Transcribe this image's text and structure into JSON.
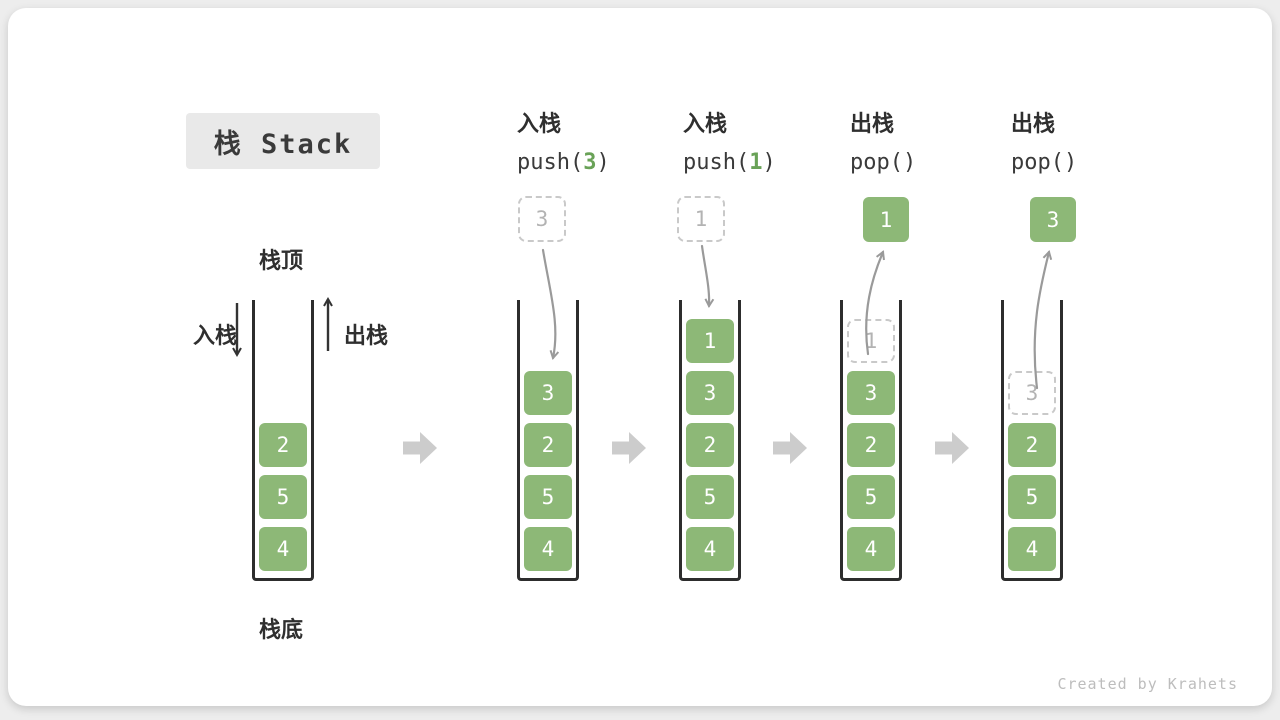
{
  "title": {
    "text": "栈 Stack"
  },
  "annotations": {
    "stack_top": "栈顶",
    "stack_bottom": "栈底",
    "push_side": "入栈",
    "pop_side": "出栈"
  },
  "columns": [
    {
      "label": "入栈",
      "code_fn": "push(",
      "code_arg": "3",
      "code_close": ")"
    },
    {
      "label": "入栈",
      "code_fn": "push(",
      "code_arg": "1",
      "code_close": ")"
    },
    {
      "label": "出栈",
      "code_fn": "pop(",
      "code_arg": "",
      "code_close": ")"
    },
    {
      "label": "出栈",
      "code_fn": "pop(",
      "code_arg": "",
      "code_close": ")"
    }
  ],
  "floating_boxes": [
    {
      "value": "3",
      "style": "ghost"
    },
    {
      "value": "1",
      "style": "ghost"
    },
    {
      "value": "1",
      "style": "solid"
    },
    {
      "value": "3",
      "style": "solid"
    }
  ],
  "stacks": [
    {
      "name": "initial",
      "cells": [
        {
          "value": "2",
          "ghost": false
        },
        {
          "value": "5",
          "ghost": false
        },
        {
          "value": "4",
          "ghost": false
        }
      ]
    },
    {
      "name": "after-push-3",
      "cells": [
        {
          "value": "3",
          "ghost": false
        },
        {
          "value": "2",
          "ghost": false
        },
        {
          "value": "5",
          "ghost": false
        },
        {
          "value": "4",
          "ghost": false
        }
      ]
    },
    {
      "name": "after-push-1",
      "cells": [
        {
          "value": "1",
          "ghost": false
        },
        {
          "value": "3",
          "ghost": false
        },
        {
          "value": "2",
          "ghost": false
        },
        {
          "value": "5",
          "ghost": false
        },
        {
          "value": "4",
          "ghost": false
        }
      ]
    },
    {
      "name": "after-pop-1",
      "cells": [
        {
          "value": "1",
          "ghost": true
        },
        {
          "value": "3",
          "ghost": false
        },
        {
          "value": "2",
          "ghost": false
        },
        {
          "value": "5",
          "ghost": false
        },
        {
          "value": "4",
          "ghost": false
        }
      ]
    },
    {
      "name": "after-pop-3",
      "cells": [
        {
          "value": "3",
          "ghost": true
        },
        {
          "value": "2",
          "ghost": false
        },
        {
          "value": "5",
          "ghost": false
        },
        {
          "value": "4",
          "ghost": false
        }
      ]
    }
  ],
  "credit": "Created by Krahets",
  "colors": {
    "cell-green": "#8db877",
    "accent-green": "#69a257",
    "ghost-gray": "#c9c9c9",
    "ghost-text": "#b3b3b3",
    "arrow-gray": "#9a9a9a",
    "step-arrow": "#cccccc",
    "ink": "#2f2f2f"
  }
}
